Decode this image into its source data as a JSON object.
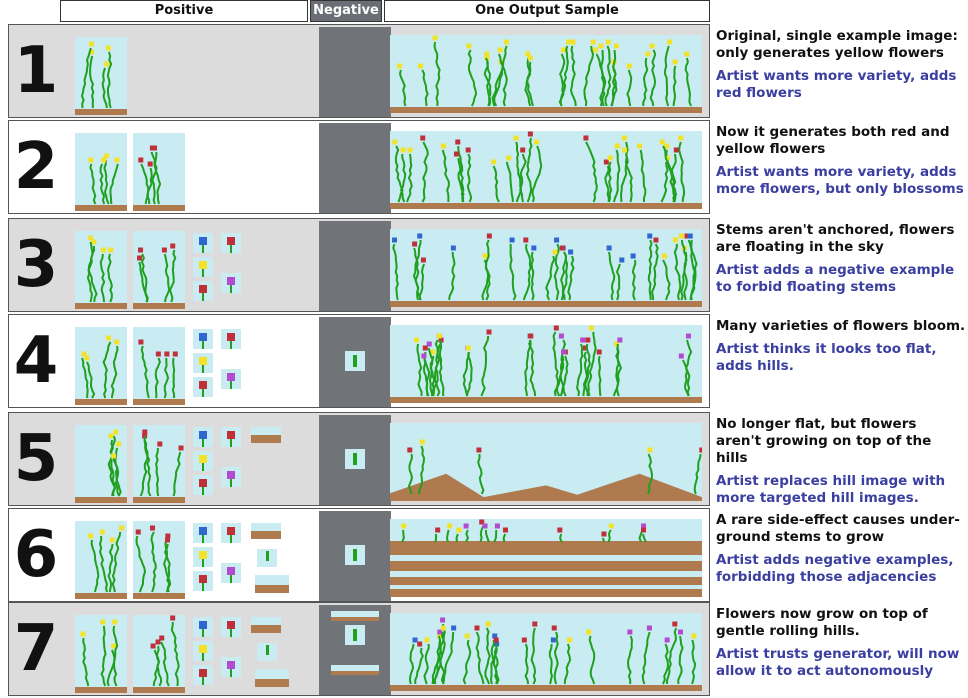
{
  "headers": {
    "positive": "Positive",
    "negative": "Negative",
    "sample": "One Output Sample"
  },
  "rows": [
    {
      "num": "1",
      "desc": "Original, single example image: only generates yellow flowers",
      "action": "Artist wants more variety, adds red flowers"
    },
    {
      "num": "2",
      "desc": "Now it generates both red and yellow flowers",
      "action": "Artist wants more variety, adds more flowers, but only blossoms"
    },
    {
      "num": "3",
      "desc": "Stems aren't anchored, flowers are floating in the sky",
      "action": "Artist adds a negative example to forbid floating stems"
    },
    {
      "num": "4",
      "desc": "Many varieties of flowers bloom.",
      "action": "Artist thinks it looks too flat, adds hills."
    },
    {
      "num": "5",
      "desc": "No longer flat, but flowers aren't growing on top of the hills",
      "action": "Artist replaces hill image with more targeted hill images."
    },
    {
      "num": "6",
      "desc": "A rare side-effect causes under-ground stems to grow",
      "action": "Artist adds negative examples, forbidding those adjacencies"
    },
    {
      "num": "7",
      "desc": "Flowers now grow on top of gentle rolling hills.",
      "action": "Artist trusts generator, will now allow it to act autonomously"
    }
  ],
  "colors": {
    "sky": "#c8ecf2",
    "ground": "#b07a4f",
    "stem": "#1fa01f",
    "yellow": "#f2e22a",
    "red": "#c0303a",
    "blue": "#2f66d0",
    "purple": "#b24bd0",
    "negative_column": "#707479",
    "action_text": "#3a3fa0"
  }
}
